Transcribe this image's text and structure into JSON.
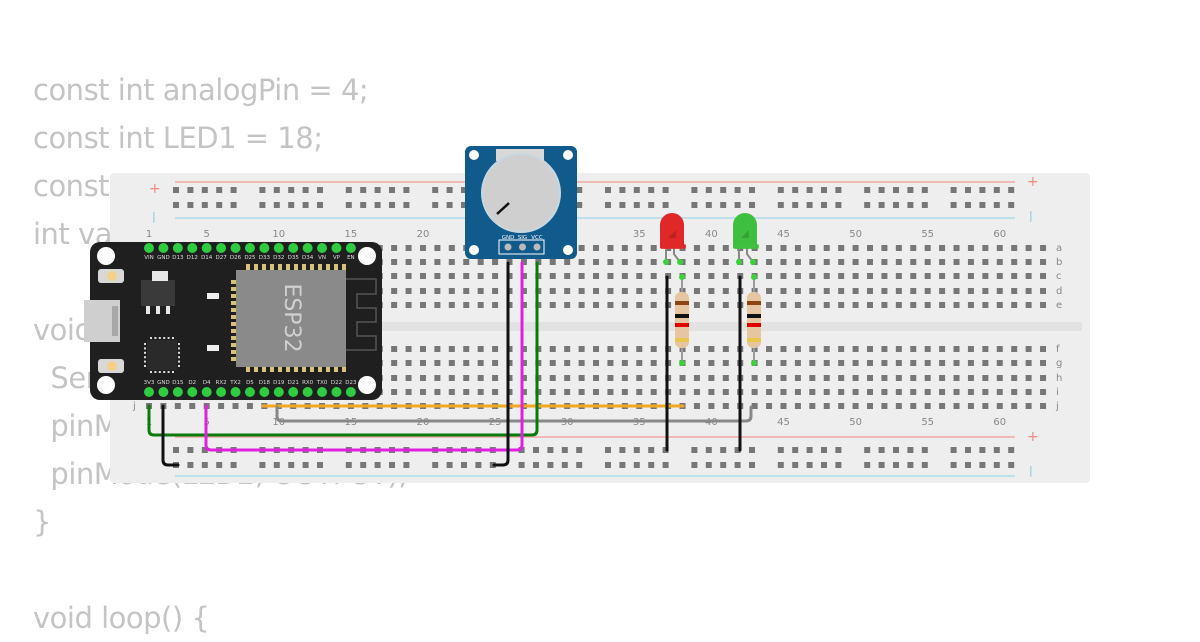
{
  "code_background": {
    "lines": [
      "const int analogPin = 4;",
      "const int LED1 = 18;",
      "const int LED2 = 19;",
      "int value = 0;",
      "",
      "void setup() {",
      "  Serial.begin(115200);",
      "  pinMode(LED1, OUTPUT);",
      "  pinMode(LED2, OUTPUT);",
      "}",
      "",
      "void loop() {"
    ]
  },
  "breadboard": {
    "column_labels": [
      "1",
      "5",
      "10",
      "15",
      "20",
      "25",
      "30",
      "35",
      "40",
      "45",
      "50",
      "55",
      "60"
    ],
    "row_labels_top": [
      "a",
      "b",
      "c",
      "d",
      "e"
    ],
    "row_labels_bottom": [
      "f",
      "g",
      "h",
      "i",
      "j"
    ],
    "rail_plus": "+",
    "rail_minus": "|",
    "colors": {
      "body": "#eeeeee",
      "hole": "#777777",
      "rail_red": "#f2a8a3",
      "rail_blue": "#a8dbea"
    }
  },
  "esp32": {
    "chip_label": "ESP32",
    "top_pins": [
      "VIN",
      "GND",
      "D13",
      "D12",
      "D14",
      "D27",
      "D26",
      "D25",
      "D33",
      "D32",
      "D35",
      "D34",
      "VN",
      "VP",
      "EN"
    ],
    "bottom_pins": [
      "3V3",
      "GND",
      "D15",
      "D2",
      "D4",
      "RX2",
      "TX2",
      "D5",
      "D18",
      "D19",
      "D21",
      "RX0",
      "TX0",
      "D22",
      "D23"
    ],
    "colors": {
      "board": "#1f1f1f",
      "module": "#8a8a8a",
      "pin": "#2ecc40"
    }
  },
  "potentiometer": {
    "pin_labels": [
      "GND",
      "SIG",
      "VCC"
    ],
    "colors": {
      "board": "#115a8c",
      "knob": "#cfcfcf"
    }
  },
  "leds": [
    {
      "name": "LED1",
      "color": "red",
      "hex": "#e02828"
    },
    {
      "name": "LED2",
      "color": "green",
      "hex": "#3fbf3f"
    }
  ],
  "resistors": [
    {
      "bands": [
        "#8b4513",
        "#111111",
        "#e00000",
        "#e8c84a"
      ]
    },
    {
      "bands": [
        "#8b4513",
        "#111111",
        "#e00000",
        "#e8c84a"
      ]
    }
  ],
  "wires": [
    {
      "name": "gnd-wire-esp",
      "color": "#111111"
    },
    {
      "name": "3v3-wire",
      "color": "#0a7a0a"
    },
    {
      "name": "signal-wire",
      "color": "#e020e0"
    },
    {
      "name": "led1-wire",
      "color": "#f0a820"
    },
    {
      "name": "led2-wire",
      "color": "#888888"
    },
    {
      "name": "pot-gnd-wire",
      "color": "#111111"
    }
  ]
}
